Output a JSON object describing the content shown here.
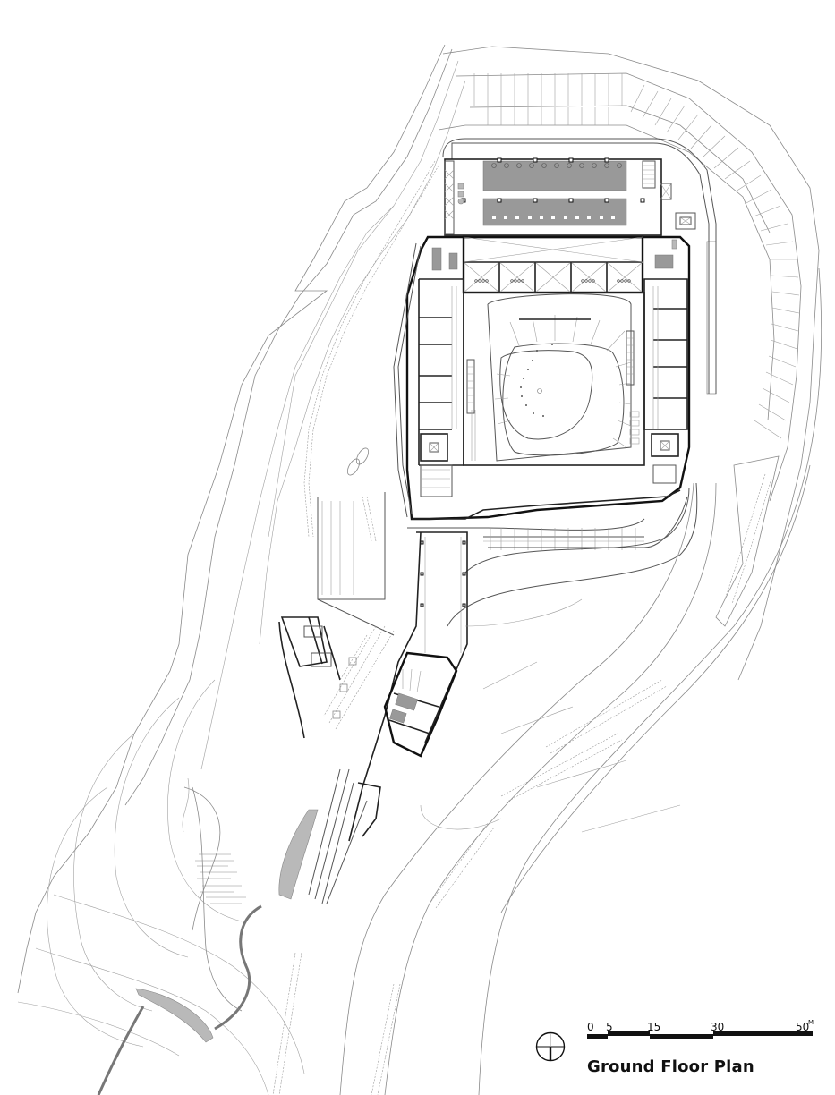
{
  "drawing": {
    "title": "Ground Floor Plan",
    "type": "architectural-floor-plan",
    "background": "#ffffff",
    "line_color": "#111111",
    "fill_grey": "#999999"
  },
  "scale_bar": {
    "ticks": [
      "0",
      "5",
      "15",
      "30",
      "50"
    ],
    "unit": "M"
  },
  "north_arrow": {
    "icon": "north-arrow-icon"
  },
  "regions": [
    {
      "name": "parking-upper-terraces",
      "label": ""
    },
    {
      "name": "north-hall-with-grey-tables",
      "label": ""
    },
    {
      "name": "central-courtyard-amphitheater",
      "label": ""
    },
    {
      "name": "west-wing-rooms",
      "label": ""
    },
    {
      "name": "east-wing-rooms",
      "label": ""
    },
    {
      "name": "entrance-wedge-building",
      "label": ""
    },
    {
      "name": "landscape-paths-and-ponds",
      "label": ""
    },
    {
      "name": "access-road",
      "label": ""
    }
  ]
}
